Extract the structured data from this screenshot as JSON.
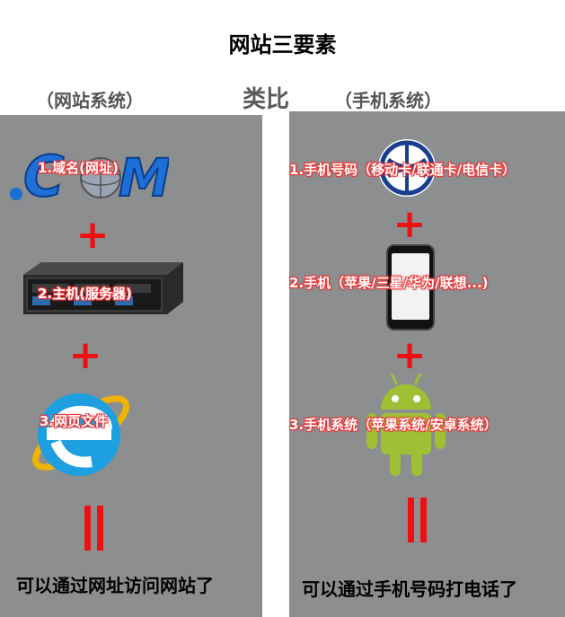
{
  "title": "网站三要素",
  "left_header": "（网站系统）",
  "analogy": "类比",
  "right_header": "（手机系统）",
  "left_steps": [
    {
      "label": "1.域名(网址)"
    },
    {
      "label": "2.主机(服务器)"
    },
    {
      "label": "3.网页文件"
    }
  ],
  "right_steps": [
    {
      "label": "1.手机号码（移动卡/联通卡/电信卡）"
    },
    {
      "label": "2.手机（苹果/三星/华为/联想...)"
    },
    {
      "label": "3.手机系统（苹果系统/安卓系统）"
    }
  ],
  "left_result": "可以通过网址访问网站了",
  "right_result": "可以通过手机号码打电话了",
  "plus_symbol": "+",
  "colors": {
    "panel": "#8d8e90",
    "accent_red": "#ee1111",
    "android_green": "#9fc034",
    "ie_blue": "#1e9fe0",
    "mobile_blue": "#1a3f8f"
  }
}
